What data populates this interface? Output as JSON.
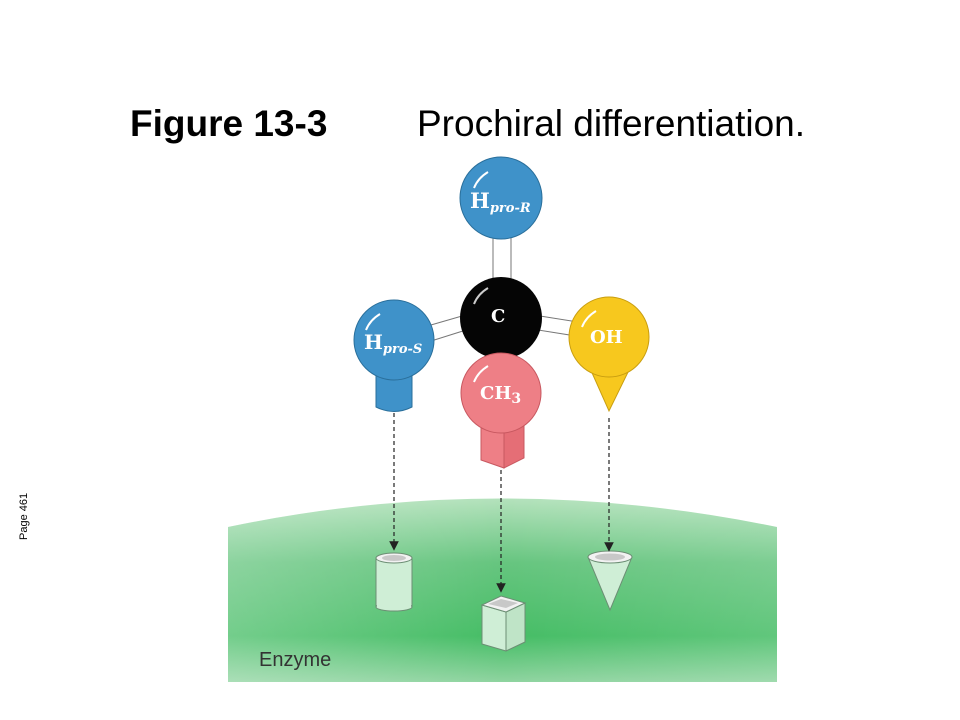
{
  "title": {
    "figure_number": "Figure 13-3",
    "caption": "Prochiral differentiation."
  },
  "page_ref": "Page 461",
  "molecule": {
    "center": "C",
    "h_pro_r": {
      "symbol": "H",
      "subscript": "pro-R"
    },
    "h_pro_s": {
      "symbol": "H",
      "subscript": "pro-S"
    },
    "methyl": {
      "symbol": "CH",
      "subscript": "3"
    },
    "hydroxyl": "OH"
  },
  "enzyme_label": "Enzyme",
  "colors": {
    "h_pro_r": "#3f92c9",
    "h_pro_s": "#3f92c9",
    "carbon": "#000000",
    "methyl": "#ee7f86",
    "hydroxyl": "#f7c81e",
    "enzyme_light": "#a6dcb0",
    "enzyme_dark": "#49c06a",
    "site_fill": "#cfeed6"
  }
}
